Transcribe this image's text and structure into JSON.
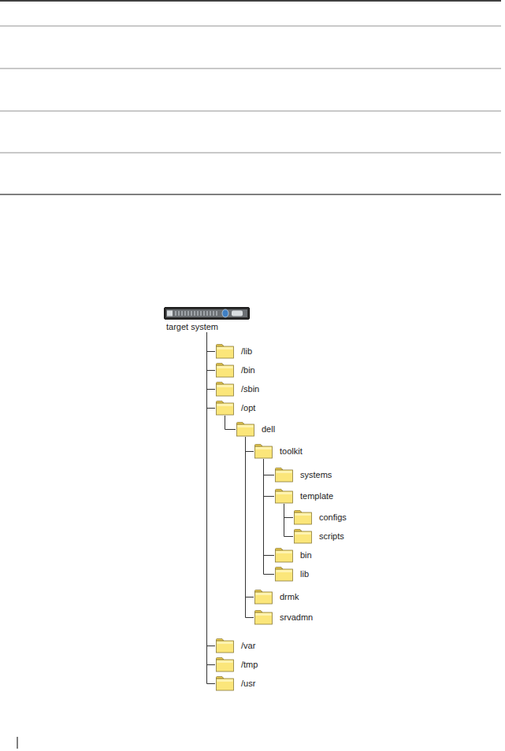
{
  "diagram": {
    "nodes": [
      {
        "text": [
          "target system"
        ]
      },
      {
        "text": [
          "/lib"
        ]
      },
      {
        "text": [
          "/bin"
        ]
      },
      {
        "text": [
          "/sbin"
        ]
      },
      {
        "text": [
          "/opt"
        ]
      },
      {
        "text": [
          "dell"
        ]
      },
      {
        "text": [
          "toolkit"
        ]
      },
      {
        "text": [
          "systems"
        ]
      },
      {
        "text": [
          "template"
        ]
      },
      {
        "text": [
          "configs"
        ]
      },
      {
        "text": [
          "scripts"
        ]
      },
      {
        "text": [
          "bin"
        ]
      },
      {
        "text": [
          "lib"
        ]
      },
      {
        "text": [
          "drmk"
        ]
      },
      {
        "text": [
          "srvadmn"
        ]
      },
      {
        "text": [
          "/var"
        ]
      },
      {
        "text": [
          "/tmp"
        ]
      },
      {
        "text": [
          "/usr"
        ]
      }
    ],
    "edges": [
      {
        "from": 0,
        "to": 1,
        "arrow": "none"
      },
      {
        "from": 0,
        "to": 2,
        "arrow": "none"
      },
      {
        "from": 0,
        "to": 3,
        "arrow": "none"
      },
      {
        "from": 0,
        "to": 4,
        "arrow": "none"
      },
      {
        "from": 4,
        "to": 5,
        "arrow": "none"
      },
      {
        "from": 5,
        "to": 6,
        "arrow": "none"
      },
      {
        "from": 6,
        "to": 7,
        "arrow": "none"
      },
      {
        "from": 6,
        "to": 8,
        "arrow": "none"
      },
      {
        "from": 8,
        "to": 9,
        "arrow": "none"
      },
      {
        "from": 8,
        "to": 10,
        "arrow": "none"
      },
      {
        "from": 6,
        "to": 11,
        "arrow": "none"
      },
      {
        "from": 6,
        "to": 12,
        "arrow": "none"
      },
      {
        "from": 5,
        "to": 13,
        "arrow": "none"
      },
      {
        "from": 5,
        "to": 14,
        "arrow": "none"
      },
      {
        "from": 0,
        "to": 15,
        "arrow": "none"
      },
      {
        "from": 0,
        "to": 16,
        "arrow": "none"
      },
      {
        "from": 0,
        "to": 17,
        "arrow": "none"
      }
    ]
  }
}
